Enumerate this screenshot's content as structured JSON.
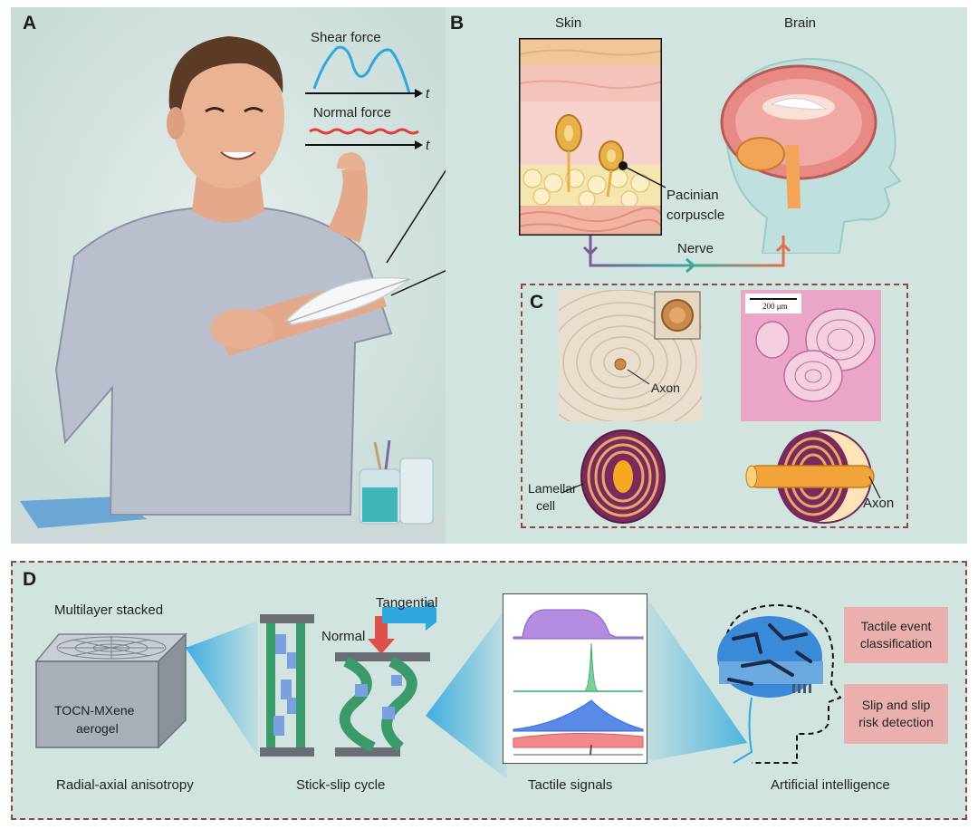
{
  "panel_a": {
    "letter": "A",
    "shear_force_label": "Shear force",
    "normal_force_label": "Normal force",
    "time_axis_label": "t"
  },
  "panel_b": {
    "letter": "B",
    "skin_label": "Skin",
    "brain_label": "Brain",
    "pacinian_label_line1": "Pacinian",
    "pacinian_label_line2": "corpuscle",
    "nerve_label": "Nerve"
  },
  "panel_c": {
    "letter": "C",
    "axon_label_micrograph": "Axon",
    "scale_bar_label": "200 μm",
    "lamellar_label_line1": "Lamellar",
    "lamellar_label_line2": "cell",
    "axon_label_schematic": "Axon"
  },
  "panel_d": {
    "letter": "D",
    "multilayer_label": "Multilayer stacked",
    "aerogel_label_line1": "TOCN-MXene",
    "aerogel_label_line2": "aerogel",
    "tangential_label": "Tangential",
    "normal_label": "Normal",
    "captions": [
      "Radial-axial anisotropy",
      "Stick-slip cycle",
      "Tactile signals",
      "Artificial intelligence"
    ],
    "ai_tasks": [
      {
        "line1": "Tactile event",
        "line2": "classification"
      },
      {
        "line1": "Slip and slip",
        "line2": "risk detection"
      }
    ]
  },
  "colors": {
    "background_teal": "#cfe3df",
    "shear_curve": "#2fa8e0",
    "normal_curve": "#e0403a",
    "pink_box": "#eab0ae",
    "dashed_border": "#8a4a44",
    "signal_purple": "#b48ce0",
    "signal_green": "#3aa86a",
    "signal_blue": "#3a6ad8",
    "signal_red": "#e05a5a"
  }
}
